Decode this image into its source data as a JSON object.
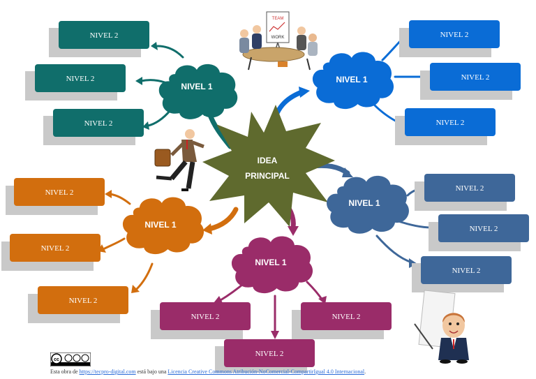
{
  "center": {
    "label_line1": "IDEA",
    "label_line2": "PRINCIPAL",
    "color": "#5f6a2e"
  },
  "branches": [
    {
      "id": "teal",
      "color": "#106e6b",
      "cloud_label": "NIVEL 1",
      "boxes": [
        "NIVEL 2",
        "NIVEL 2",
        "NIVEL 2"
      ]
    },
    {
      "id": "blue",
      "color": "#0a6cd6",
      "cloud_label": "NIVEL 1",
      "boxes": [
        "NIVEL 2",
        "NIVEL 2",
        "NIVEL 2"
      ]
    },
    {
      "id": "orange",
      "color": "#d26e0e",
      "cloud_label": "NIVEL 1",
      "boxes": [
        "NIVEL 2",
        "NIVEL 2",
        "NIVEL 2"
      ]
    },
    {
      "id": "steel",
      "color": "#3e6799",
      "cloud_label": "NIVEL 1",
      "boxes": [
        "NIVEL 2",
        "NIVEL 2",
        "NIVEL 2"
      ]
    },
    {
      "id": "purple",
      "color": "#9a2c69",
      "cloud_label": "NIVEL 1",
      "boxes": [
        "NIVEL 2",
        "NIVEL 2",
        "NIVEL 2"
      ]
    }
  ],
  "illustrations": {
    "meeting_flipchart_line1": "TEAM",
    "meeting_flipchart_line2": "WORK"
  },
  "footer": {
    "cc_badge": "cc BY NC SA",
    "prefix": "Esta obra de ",
    "link1": "https://tecpro-digital.com",
    "middle": " está bajo una ",
    "link2": "Licencia Creative Commons Atribución-NoComercial-CompartirIgual 4.0 Internacional",
    "suffix": "."
  }
}
